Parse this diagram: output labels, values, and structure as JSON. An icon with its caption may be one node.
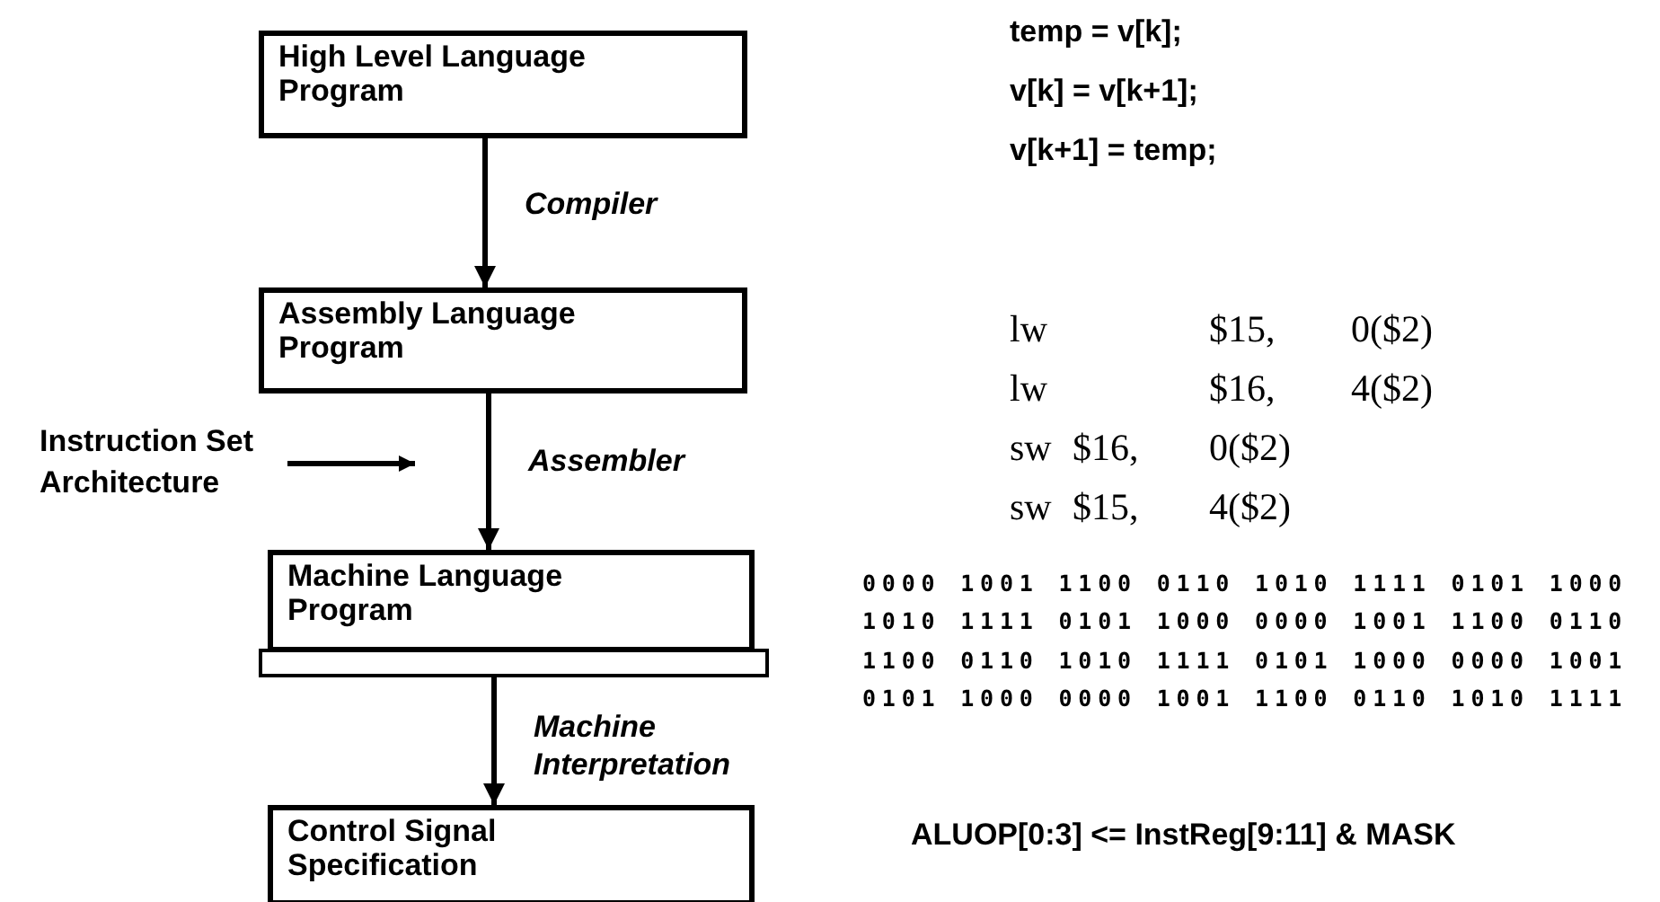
{
  "diagram": {
    "nodes": [
      {
        "text": [
          "High Level Language Program"
        ]
      },
      {
        "text": [
          "Assembly Language Program"
        ]
      },
      {
        "text": [
          "Machine Language Program"
        ]
      },
      {
        "text": [],
        "shape": "bar"
      },
      {
        "text": [
          "Control Signal Specification"
        ]
      },
      {
        "text": [
          "Instruction Set Architecture"
        ]
      }
    ],
    "edges": [
      {
        "from": 0,
        "to": 1,
        "arrow": "to",
        "label": "Compiler"
      },
      {
        "from": 1,
        "to": 2,
        "arrow": "to",
        "label": "Assembler"
      },
      {
        "from": 3,
        "to": 4,
        "arrow": "to",
        "label": "Machine Interpretation"
      },
      {
        "from": 5,
        "to": null,
        "arrow": "to"
      }
    ],
    "labels": [
      "temp = v[k];",
      "v[k] = v[k+1];",
      "v[k+1] = temp;",
      "lw $15, 0($2)",
      "lw $16, 4($2)",
      "sw $16, 0($2)",
      "sw $15, 4($2)",
      "0000 1001 1100 0110 1010 1111 0101 1000",
      "1010 1111 0101 1000 0000 1001 1100 0110",
      "1100 0110 1010 1111 0101 1000 0000 1001",
      "0101 1000 0000 1001 1100 0110 1010 1111",
      "ALUOP[0:3] <= InstReg[9:11] & MASK"
    ]
  }
}
